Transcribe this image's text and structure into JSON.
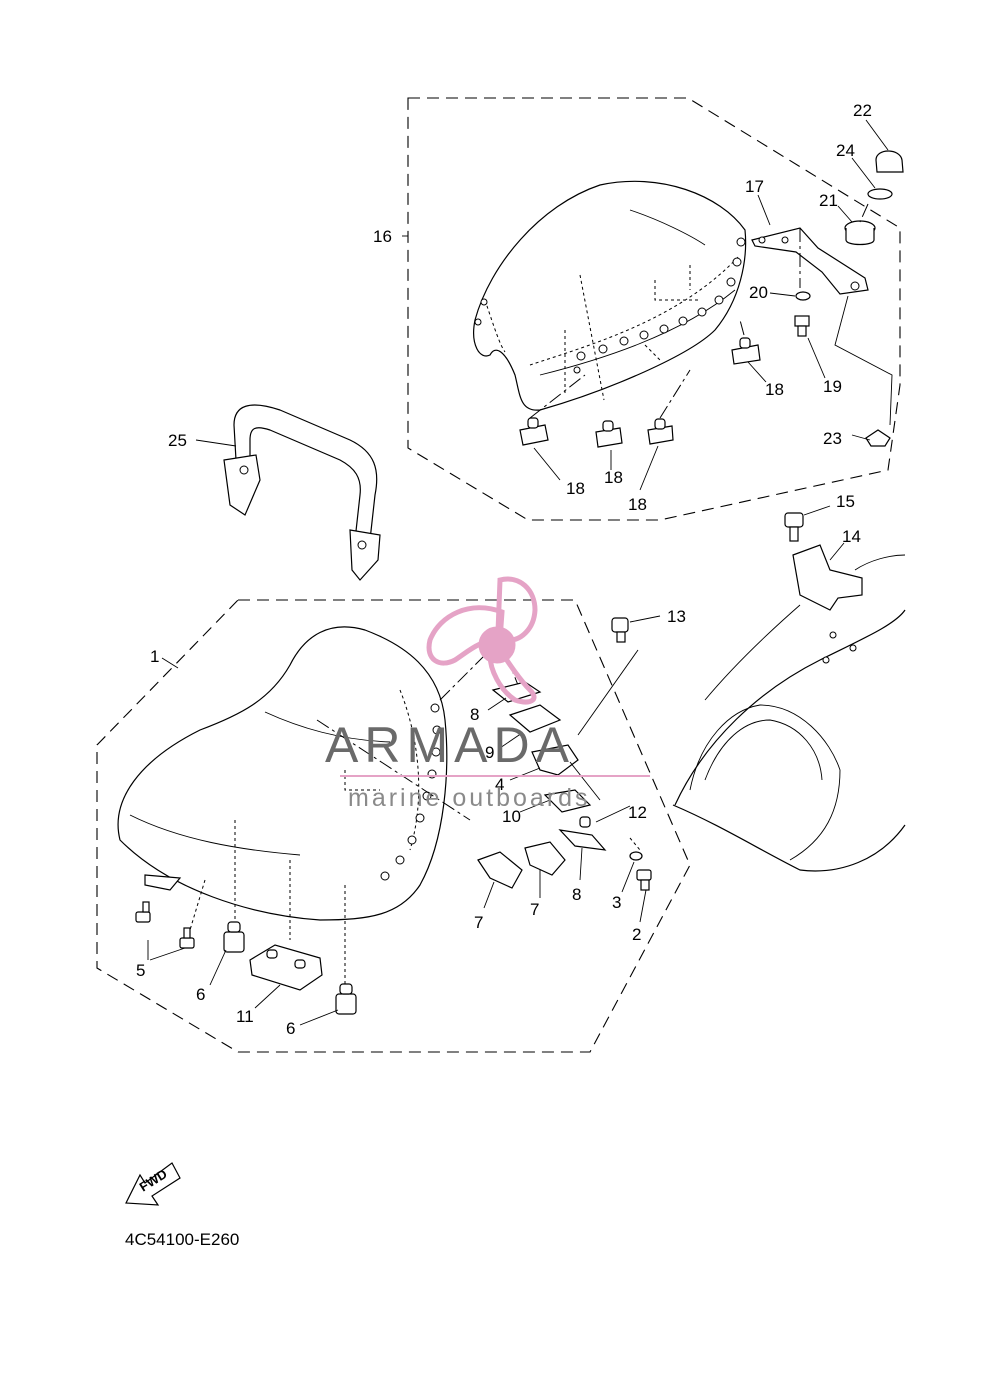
{
  "callouts": [
    {
      "id": "1",
      "label": "1"
    },
    {
      "id": "2",
      "label": "2"
    },
    {
      "id": "3",
      "label": "3"
    },
    {
      "id": "4",
      "label": "4"
    },
    {
      "id": "5",
      "label": "5"
    },
    {
      "id": "6a",
      "label": "6"
    },
    {
      "id": "6b",
      "label": "6"
    },
    {
      "id": "7a",
      "label": "7"
    },
    {
      "id": "7b",
      "label": "7"
    },
    {
      "id": "8a",
      "label": "8"
    },
    {
      "id": "8b",
      "label": "8"
    },
    {
      "id": "9",
      "label": "9"
    },
    {
      "id": "10",
      "label": "10"
    },
    {
      "id": "11",
      "label": "11"
    },
    {
      "id": "12",
      "label": "12"
    },
    {
      "id": "13",
      "label": "13"
    },
    {
      "id": "14",
      "label": "14"
    },
    {
      "id": "15",
      "label": "15"
    },
    {
      "id": "16",
      "label": "16"
    },
    {
      "id": "17",
      "label": "17"
    },
    {
      "id": "18a",
      "label": "18"
    },
    {
      "id": "18b",
      "label": "18"
    },
    {
      "id": "18c",
      "label": "18"
    },
    {
      "id": "18d",
      "label": "18"
    },
    {
      "id": "19",
      "label": "19"
    },
    {
      "id": "20",
      "label": "20"
    },
    {
      "id": "21",
      "label": "21"
    },
    {
      "id": "22",
      "label": "22"
    },
    {
      "id": "23",
      "label": "23"
    },
    {
      "id": "24",
      "label": "24"
    },
    {
      "id": "25",
      "label": "25"
    }
  ],
  "drawing_code": "4C54100-E260",
  "fwd_label": "FWD",
  "watermark": {
    "brand": "ARMADA",
    "tagline": "marine outboards",
    "logo_color": "#e5a3c6",
    "text_color": "#6a6a6a"
  }
}
